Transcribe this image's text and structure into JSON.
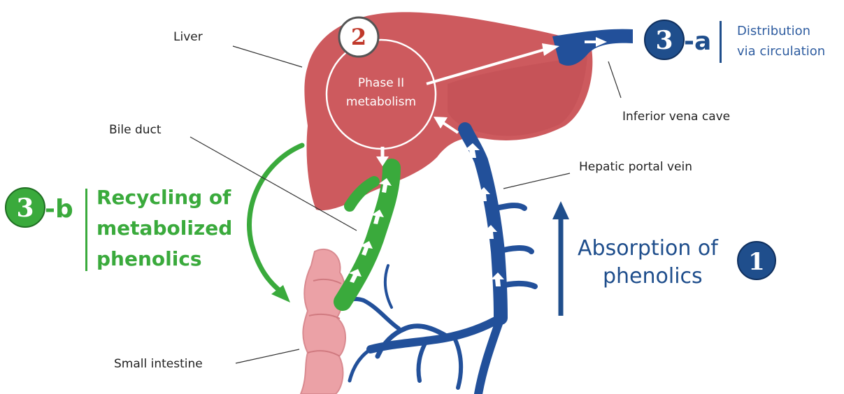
{
  "labels": {
    "liver": "Liver",
    "bile_duct": "Bile duct",
    "small_intestine": "Small intestine",
    "inferior_vena_cava": "Inferior vena cave",
    "hepatic_portal_vein": "Hepatic portal vein"
  },
  "phase2": {
    "number": "2",
    "line1": "Phase II",
    "line2": "metabolism"
  },
  "step3a": {
    "number": "3",
    "suffix": "-a",
    "line1": "Distribution",
    "line2": "via circulation"
  },
  "step3b": {
    "number": "3",
    "suffix": "-b",
    "line1": "Recycling of",
    "line2": "metabolized",
    "line3": "phenolics"
  },
  "step1": {
    "number": "1",
    "line1": "Absorption of",
    "line2": "phenolics"
  },
  "colors": {
    "liver": "#cd5a5e",
    "liver_dark": "#b8474c",
    "blue": "#1f4e8c",
    "vein_blue": "#22509a",
    "green": "#3aaa3c",
    "intestine": "#eba1a6",
    "number2": "#c0392b"
  }
}
